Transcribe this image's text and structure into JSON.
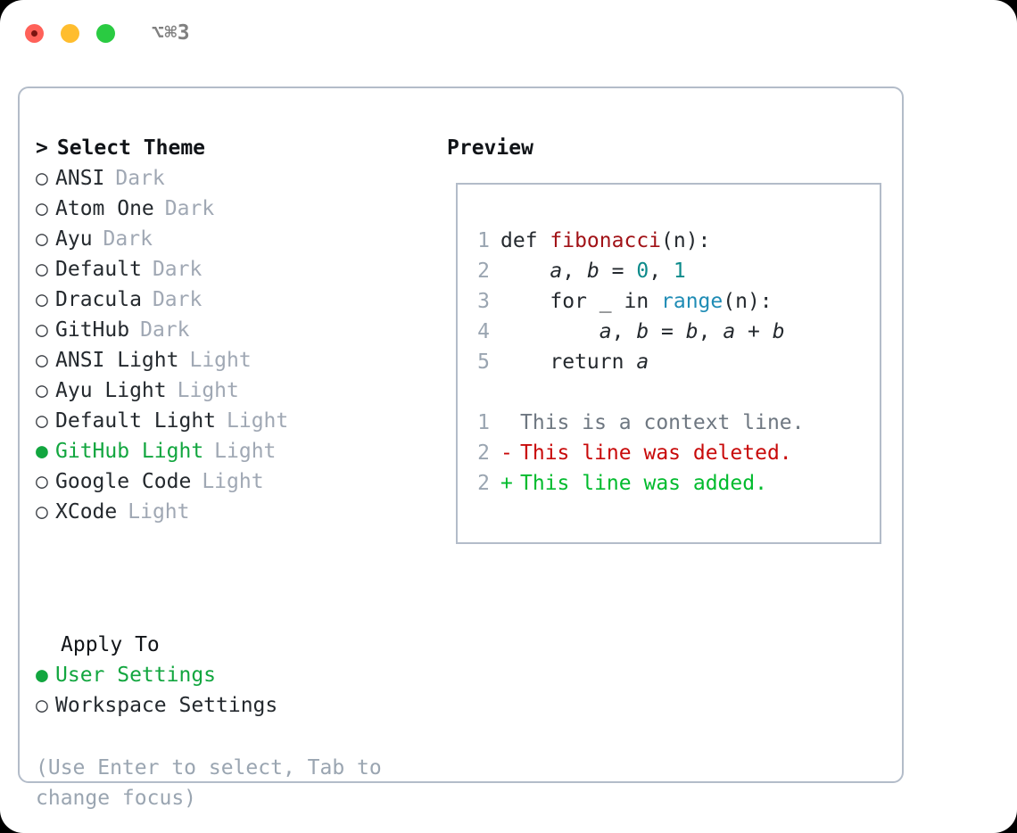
{
  "window": {
    "shortcut_label": "⌥⌘3",
    "traffic_lights": [
      "close-dot",
      "minimize-dot",
      "maximize-dot"
    ]
  },
  "theme_list": {
    "header_caret": ">",
    "header_label": "Select Theme",
    "bullet_off": "○",
    "bullet_on": "●",
    "items": [
      {
        "name": "ANSI",
        "variant": "Dark",
        "selected": false
      },
      {
        "name": "Atom One",
        "variant": "Dark",
        "selected": false
      },
      {
        "name": "Ayu",
        "variant": "Dark",
        "selected": false
      },
      {
        "name": "Default",
        "variant": "Dark",
        "selected": false
      },
      {
        "name": "Dracula",
        "variant": "Dark",
        "selected": false
      },
      {
        "name": "GitHub",
        "variant": "Dark",
        "selected": false
      },
      {
        "name": "ANSI Light",
        "variant": "Light",
        "selected": false
      },
      {
        "name": "Ayu Light",
        "variant": "Light",
        "selected": false
      },
      {
        "name": "Default Light",
        "variant": "Light",
        "selected": false
      },
      {
        "name": "GitHub Light",
        "variant": "Light",
        "selected": true
      },
      {
        "name": "Google Code",
        "variant": "Light",
        "selected": false
      },
      {
        "name": "XCode",
        "variant": "Light",
        "selected": false
      }
    ]
  },
  "apply_to": {
    "title": "Apply To",
    "options": [
      {
        "name": "User Settings",
        "selected": true
      },
      {
        "name": "Workspace Settings",
        "selected": false
      }
    ]
  },
  "hint": {
    "text": "(Use Enter to select, Tab to change focus)"
  },
  "preview": {
    "title": "Preview",
    "code_lines": [
      {
        "no": "1",
        "tokens": [
          {
            "t": "def ",
            "c": "kw"
          },
          {
            "t": "fibonacci",
            "c": "fn"
          },
          {
            "t": "(n):",
            "c": "plain"
          }
        ]
      },
      {
        "no": "2",
        "tokens": [
          {
            "t": "    ",
            "c": "plain"
          },
          {
            "t": "a",
            "c": "var"
          },
          {
            "t": ", ",
            "c": "plain"
          },
          {
            "t": "b",
            "c": "var"
          },
          {
            "t": " = ",
            "c": "plain"
          },
          {
            "t": "0",
            "c": "num"
          },
          {
            "t": ", ",
            "c": "plain"
          },
          {
            "t": "1",
            "c": "num"
          }
        ]
      },
      {
        "no": "3",
        "tokens": [
          {
            "t": "    for _ in ",
            "c": "kw"
          },
          {
            "t": "range",
            "c": "call"
          },
          {
            "t": "(n):",
            "c": "plain"
          }
        ]
      },
      {
        "no": "4",
        "tokens": [
          {
            "t": "        ",
            "c": "plain"
          },
          {
            "t": "a",
            "c": "var"
          },
          {
            "t": ", ",
            "c": "plain"
          },
          {
            "t": "b",
            "c": "var"
          },
          {
            "t": " = ",
            "c": "plain"
          },
          {
            "t": "b",
            "c": "var"
          },
          {
            "t": ", ",
            "c": "plain"
          },
          {
            "t": "a",
            "c": "var"
          },
          {
            "t": " + ",
            "c": "plain"
          },
          {
            "t": "b",
            "c": "var"
          }
        ]
      },
      {
        "no": "5",
        "tokens": [
          {
            "t": "    return ",
            "c": "kw"
          },
          {
            "t": "a",
            "c": "var"
          }
        ]
      }
    ],
    "diff_lines": [
      {
        "no": "1",
        "marker": " ",
        "text": "This is a context line.",
        "kind": "ctx"
      },
      {
        "no": "2",
        "marker": "-",
        "text": "This line was deleted.",
        "kind": "del"
      },
      {
        "no": "2",
        "marker": "+",
        "text": "This line was added.",
        "kind": "add"
      }
    ]
  },
  "colors": {
    "selected_green": "#12a63f",
    "diff_add_green": "#00bb2d",
    "diff_del_red": "#c80a0a",
    "function_red": "#a11217",
    "number_teal": "#0d8b8b",
    "call_blue": "#1f8cb5",
    "muted_gray": "#a0a8b4",
    "border_gray": "#b3bcc9"
  }
}
